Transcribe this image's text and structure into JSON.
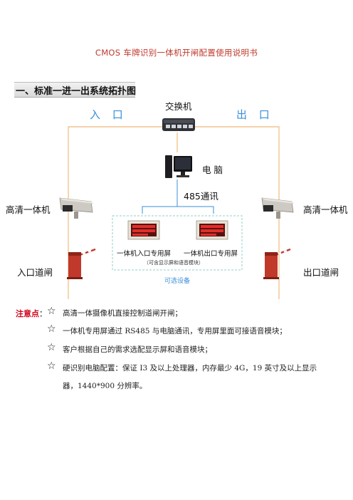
{
  "document": {
    "title": "CMOS 车牌识别一体机开闸配置使用说明书",
    "section_heading": "一、标准一进一出系统拓扑图"
  },
  "diagram": {
    "switch_label": "交换机",
    "entrance_label": "入 口",
    "exit_label": "出 口",
    "computer_label": "电  脑",
    "rs485_label": "485通讯",
    "camera_left_label": "高清一体机",
    "camera_right_label": "高清一体机",
    "screen_in_label": "一体机入口专用屏",
    "screen_out_label": "一体机出口专用屏",
    "screen_note": "（可含显示屏和语音模块）",
    "optional_label": "可选设备",
    "gate_in_label": "入口道闸",
    "gate_out_label": "出口道闸",
    "colors": {
      "line": "#f2c48d",
      "accent": "#3a8fd8",
      "gate": "#c0392b",
      "note": "#d0021b"
    }
  },
  "notes": {
    "heading": "注意点",
    "colon": "：",
    "items": [
      "高清一体摄像机直接控制道闸开闸；",
      "一体机专用屏通过 RS485 与电脑通讯，专用屏里面可接语音模块；",
      "客户根据自己的需求选配显示屏和语音模块；",
      "硬识别电脑配置：保证 I3 及以上处理器，内存最少 4G，19 英寸及以上显示",
      "器，1440*900 分辨率。"
    ]
  }
}
